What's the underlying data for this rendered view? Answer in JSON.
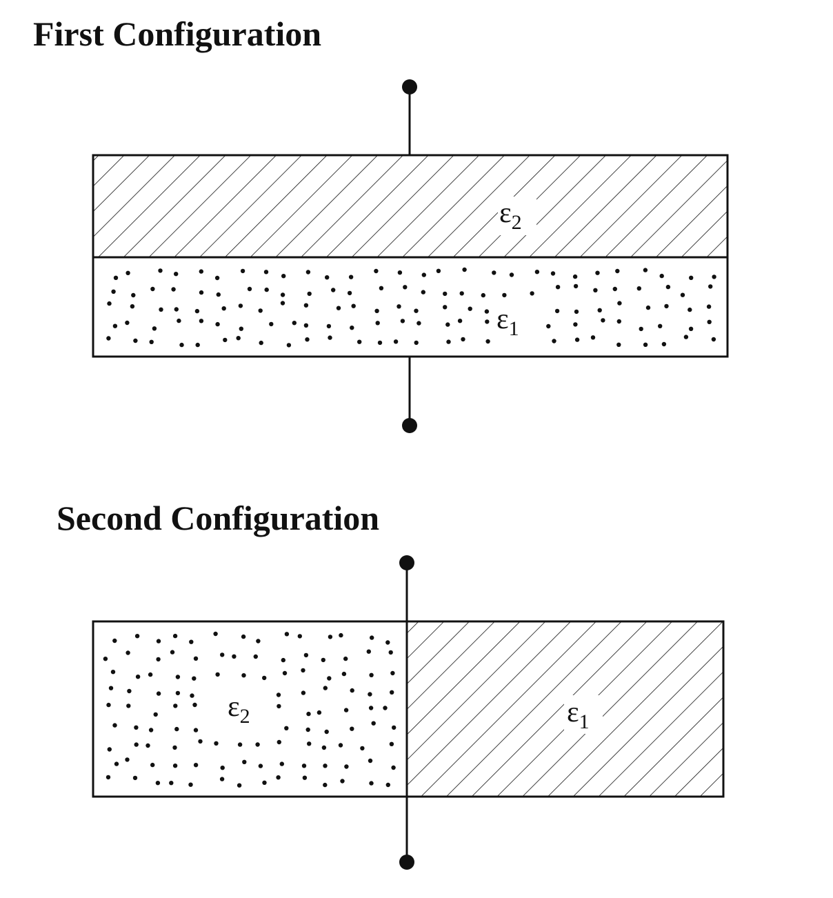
{
  "first_configuration": {
    "title": "First Configuration",
    "top_layer": {
      "symbol": "ε",
      "subscript": "2",
      "fill": "hatched"
    },
    "bottom_layer": {
      "symbol": "ε",
      "subscript": "1",
      "fill": "dotted"
    }
  },
  "second_configuration": {
    "title": "Second Configuration",
    "left_region": {
      "symbol": "ε",
      "subscript": "2",
      "fill": "dotted"
    },
    "right_region": {
      "symbol": "ε",
      "subscript": "1",
      "fill": "hatched"
    }
  },
  "colors": {
    "line": "#111111",
    "background": "#ffffff"
  }
}
